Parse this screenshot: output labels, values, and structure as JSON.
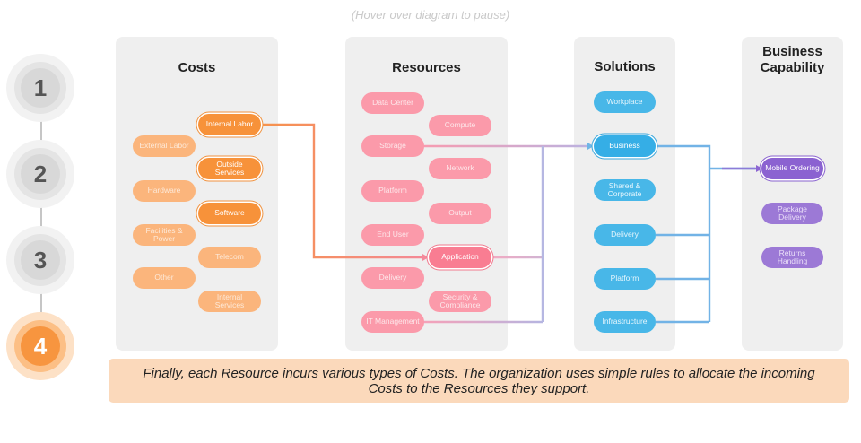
{
  "hint": "(Hover over diagram to pause)",
  "steps": [
    "1",
    "2",
    "3",
    "4"
  ],
  "panels": {
    "costs": "Costs",
    "resources": "Resources",
    "solutions": "Solutions",
    "capability": "Business Capability"
  },
  "costs": {
    "internal_labor": "Internal Labor",
    "external_labor": "External Labor",
    "outside_services": "Outside Services",
    "hardware": "Hardware",
    "software": "Software",
    "facilities_power": "Facilities & Power",
    "telecom": "Telecom",
    "other": "Other",
    "internal_services": "Internal Services"
  },
  "resources": {
    "data_center": "Data Center",
    "compute": "Compute",
    "storage": "Storage",
    "network": "Network",
    "platform": "Platform",
    "output": "Output",
    "end_user": "End User",
    "application": "Application",
    "delivery": "Delivery",
    "security_compliance": "Security & Compliance",
    "it_management": "IT Management"
  },
  "solutions": {
    "workplace": "Workplace",
    "business": "Business",
    "shared_corporate": "Shared & Corporate",
    "delivery": "Delivery",
    "platform": "Platform",
    "infrastructure": "Infrastructure"
  },
  "capability": {
    "mobile_ordering": "Mobile Ordering",
    "package_delivery": "Package Delivery",
    "returns_handling": "Returns Handling"
  },
  "caption": "Finally, each Resource incurs various types of Costs. The organization uses simple rules to allocate the incoming Costs to the Resources they support.",
  "colors": {
    "costs": "#f9a25b",
    "resources": "#fb9aaa",
    "solutions": "#48b7e8",
    "capability": "#9c79d6",
    "active_step": "#f7953f",
    "caption_bg": "#fbd9bb"
  }
}
